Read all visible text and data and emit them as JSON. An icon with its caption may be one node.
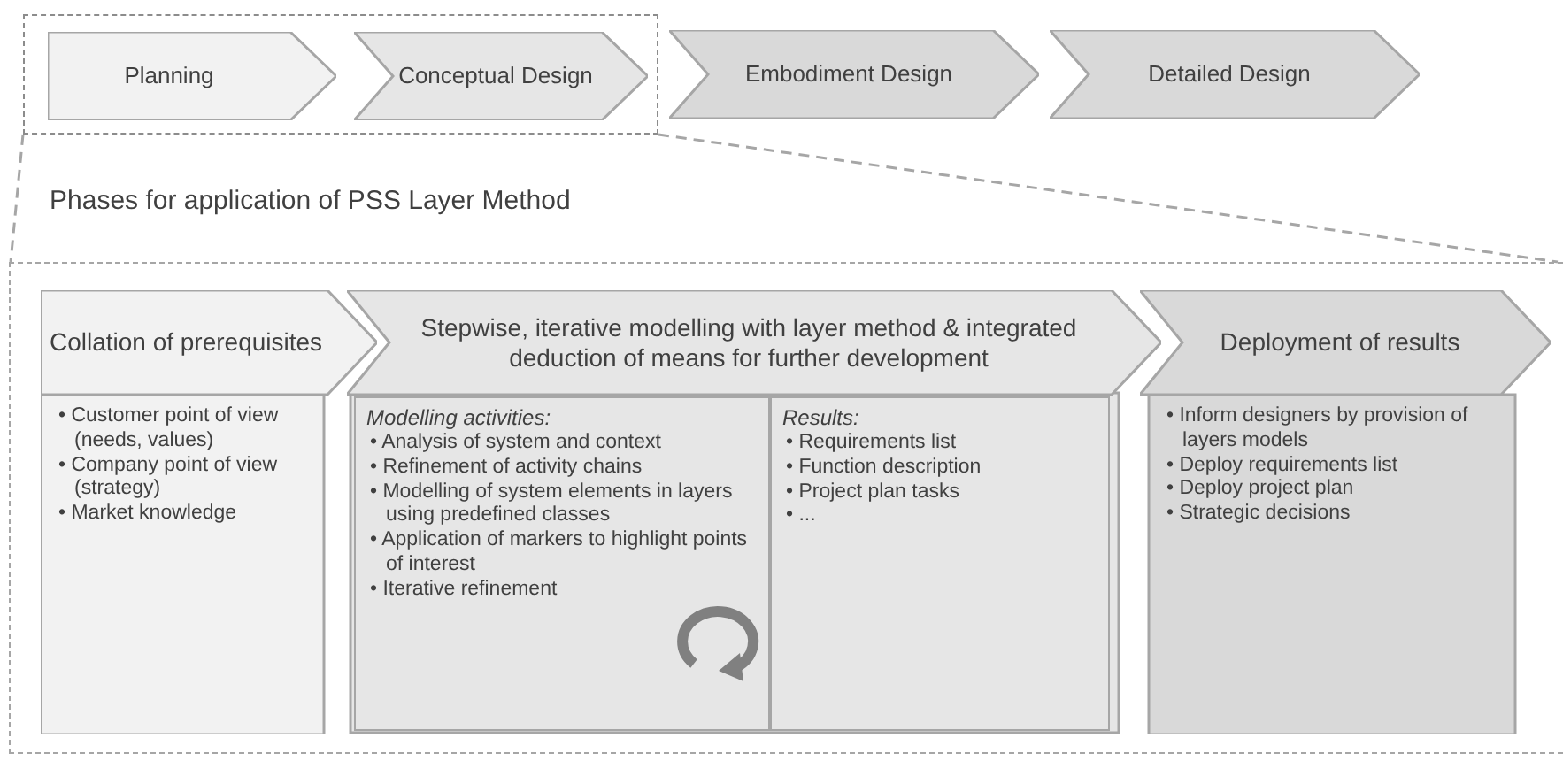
{
  "diagram": {
    "nodes": [
      {
        "text": [],
        "shape": "box"
      },
      {
        "text": [
          "Planning"
        ],
        "in": 0
      },
      {
        "text": [
          "Conceptual Design"
        ],
        "in": 0
      },
      {
        "text": [
          "Embodiment Design"
        ]
      },
      {
        "text": [
          "Detailed Design"
        ]
      },
      {
        "text": [
          "Phases for application of PSS Layer Method"
        ]
      },
      {
        "text": [
          "Collation of prerequisites",
          "• Customer point of view (needs, values)",
          "• Company point of view (strategy)",
          "• Market knowledge"
        ],
        "in": 5
      },
      {
        "text": [
          "Stepwise, iterative modelling with layer method & integrated deduction of means for further development"
        ],
        "in": 5
      },
      {
        "text": [
          "Modelling activities:",
          "• Analysis of system and context",
          "• Refinement of activity chains",
          "• Modelling of system elements in layers using predefined classes",
          "• Application of markers to highlight points of interest",
          "• Iterative refinement"
        ],
        "in": 7
      },
      {
        "text": [
          "Results:",
          "• Requirements list",
          "• Function description",
          "• Project plan tasks",
          "• ..."
        ],
        "in": 7
      },
      {
        "text": [
          "Deployment of results",
          "• Inform designers by provision of layers models",
          "• Deploy requirements list",
          "• Deploy project plan",
          "• Strategic decisions"
        ],
        "in": 5
      }
    ],
    "edges": [
      {
        "from": 0,
        "to": 5,
        "arrow": "none",
        "style": "dashed"
      },
      {
        "from": 0,
        "to": 5,
        "arrow": "none",
        "style": "dashed"
      }
    ]
  }
}
